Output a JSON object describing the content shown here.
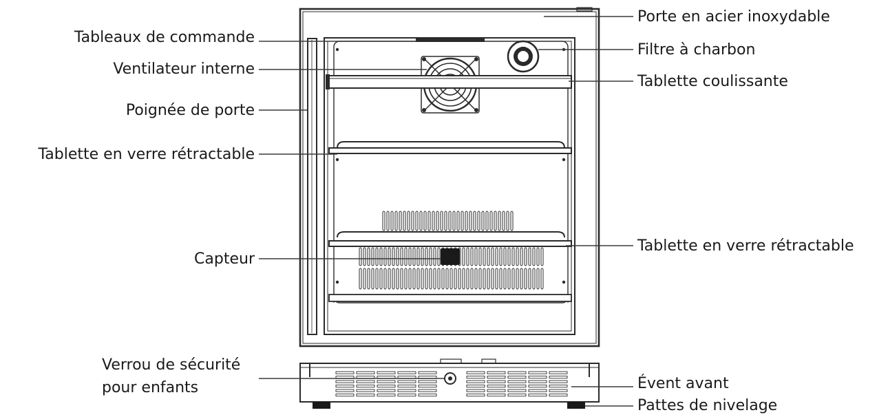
{
  "labels": {
    "control_panel": "Tableaux de commande",
    "internal_fan": "Ventilateur interne",
    "door_handle": "Poignée de porte",
    "glass_shelf_left": "Tablette en verre rétractable",
    "sensor": "Capteur",
    "child_lock_line1": "Verrou de sécurité",
    "child_lock_line2": "pour enfants",
    "stainless_door": "Porte en acier inoxydable",
    "charcoal_filter": "Filtre à charbon",
    "sliding_shelf": "Tablette coulissante",
    "glass_shelf_right": "Tablette en verre rétractable",
    "front_vent": "Évent avant",
    "leveling_legs": "Pattes de nivelage"
  },
  "colors": {
    "line": "#2a2a2a",
    "text": "#1a1a1a",
    "background": "#ffffff"
  }
}
